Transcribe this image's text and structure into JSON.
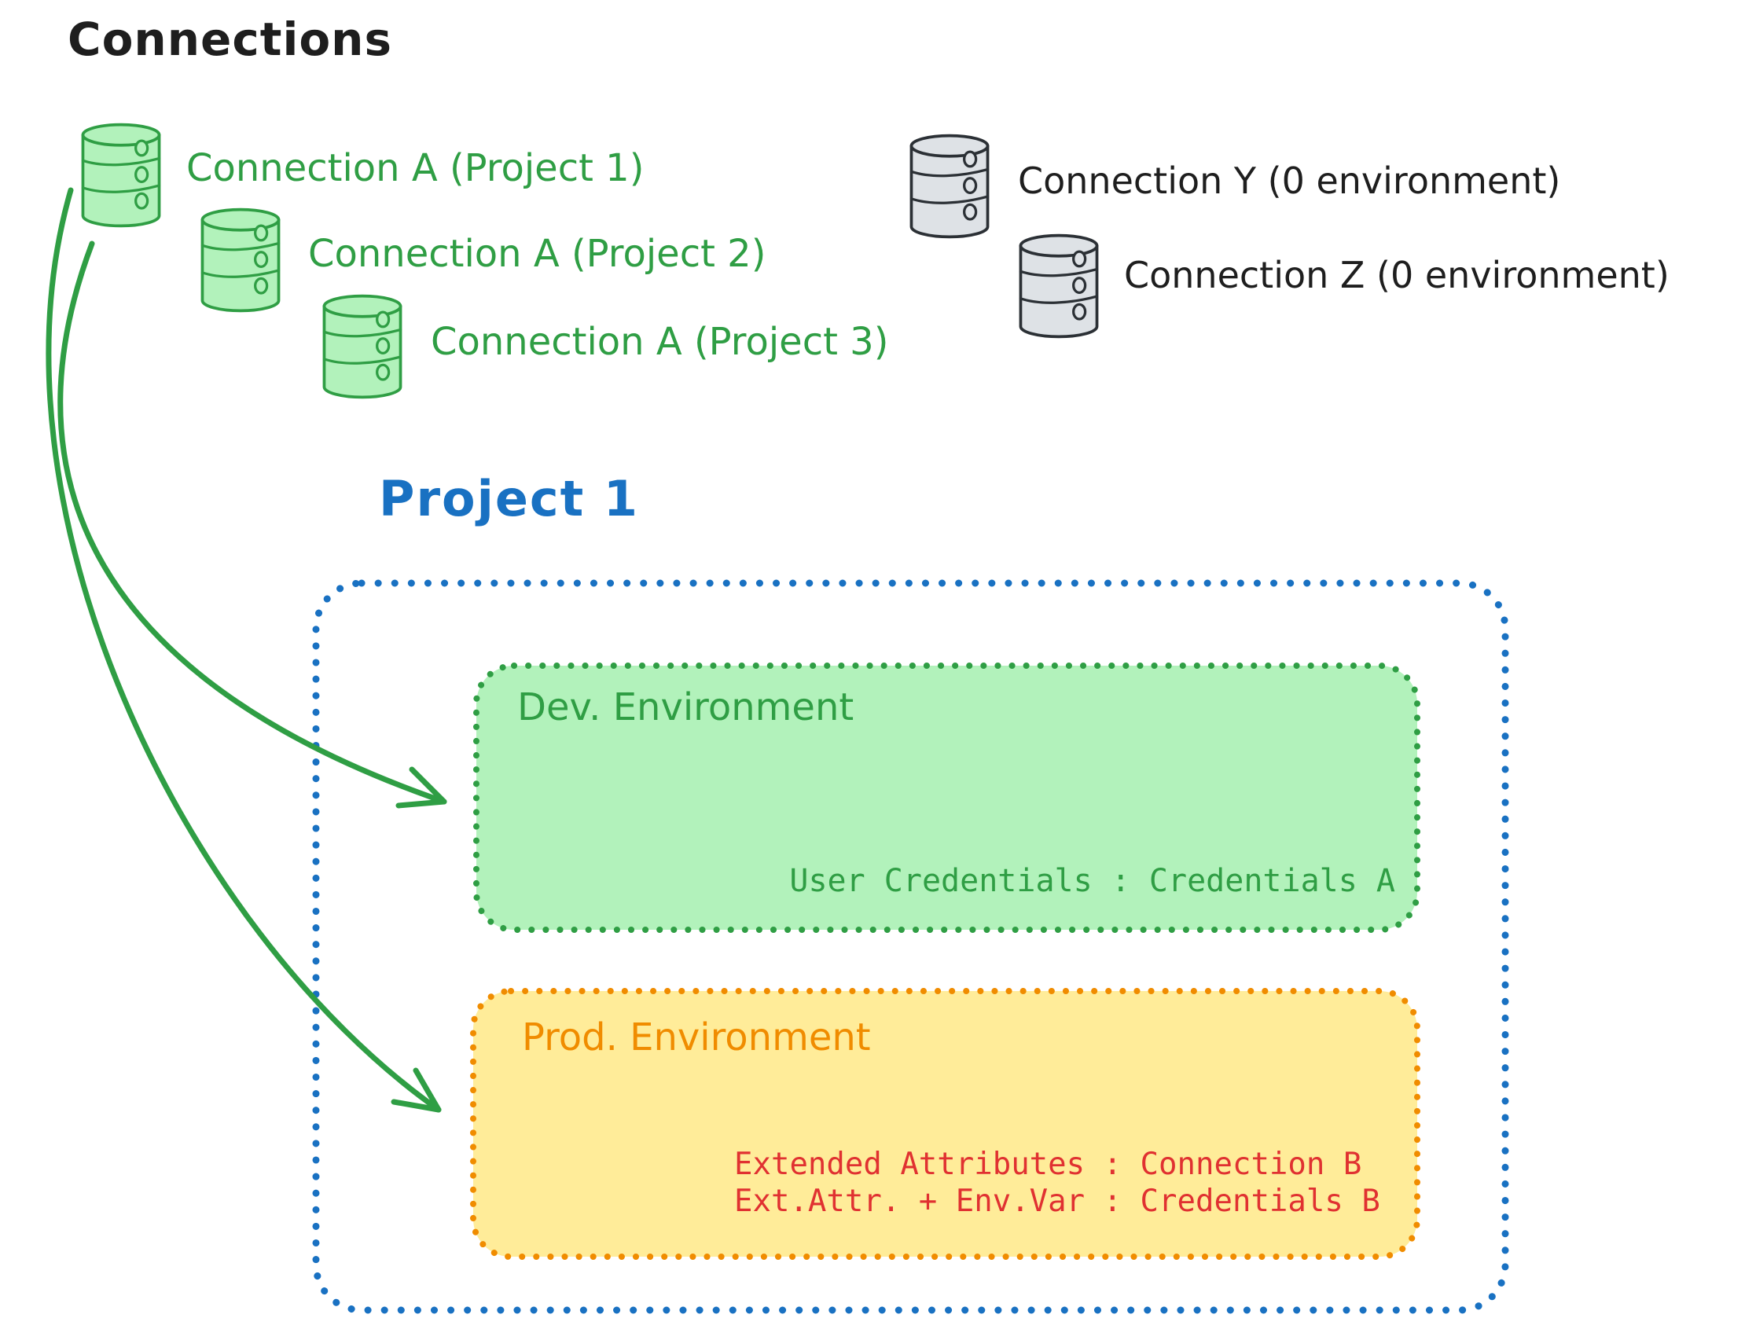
{
  "title": "Connections",
  "colors": {
    "green": "#2f9e44",
    "green_fill": "#b2f2bb",
    "blue": "#1971c2",
    "orange": "#f08c00",
    "yellow_fill": "#ffec99",
    "red": "#e03131",
    "black": "#1e1e1e",
    "gray_fill": "#dee2e6"
  },
  "connections": {
    "assigned": [
      {
        "icon": "database-icon",
        "label": "Connection A (Project 1)"
      },
      {
        "icon": "database-icon",
        "label": "Connection A (Project 2)"
      },
      {
        "icon": "database-icon",
        "label": "Connection A (Project 3)"
      }
    ],
    "unassigned": [
      {
        "icon": "database-icon",
        "label": "Connection Y (0 environment)"
      },
      {
        "icon": "database-icon",
        "label": "Connection Z (0 environment)"
      }
    ]
  },
  "project": {
    "title": "Project 1",
    "dev": {
      "title": "Dev. Environment",
      "mapping": "User Credentials : Credentials A"
    },
    "prod": {
      "title": "Prod. Environment",
      "mapping_line1": "Extended Attributes : Connection B",
      "mapping_line2": "Ext.Attr. + Env.Var : Credentials B"
    }
  }
}
